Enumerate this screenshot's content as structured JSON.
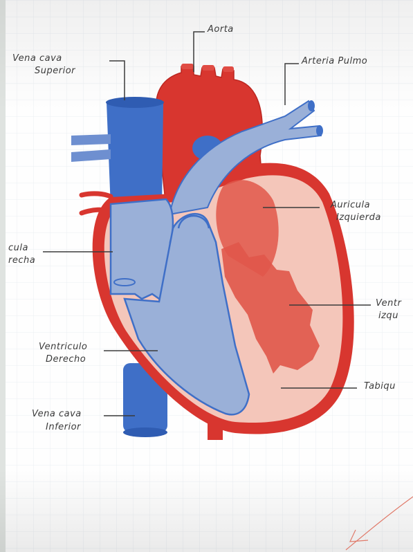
{
  "labels": {
    "aorta": "Aorta",
    "arteria_pulmonar": "Arteria Pulmo",
    "vena_cava_superior_1": "Vena cava",
    "vena_cava_superior_2": "Superior",
    "auricula_izquierda_1": "Auricula",
    "auricula_izquierda_2": "Izquierda",
    "auricula_derecha_1": "cula",
    "auricula_derecha_2": "recha",
    "ventriculo_izquierdo_1": "Ventr",
    "ventriculo_izquierdo_2": "izqu",
    "ventriculo_derecho_1": "Ventriculo",
    "ventriculo_derecho_2": "Derecho",
    "tabique": "Tabiqu",
    "vena_cava_inferior_1": "Vena cava",
    "vena_cava_inferior_2": "Inferior"
  },
  "colors": {
    "paper": "#fefefe",
    "page_shadow": "#e8ece8",
    "oxygenated_red": "#d8362f",
    "deoxygenated_blue": "#3f6fc7",
    "chamber_light_blue": "#9ab0d8",
    "chamber_light_red": "#eaa294",
    "muscle_red": "#e0574a",
    "pencil_line": "#3a3a3a"
  }
}
